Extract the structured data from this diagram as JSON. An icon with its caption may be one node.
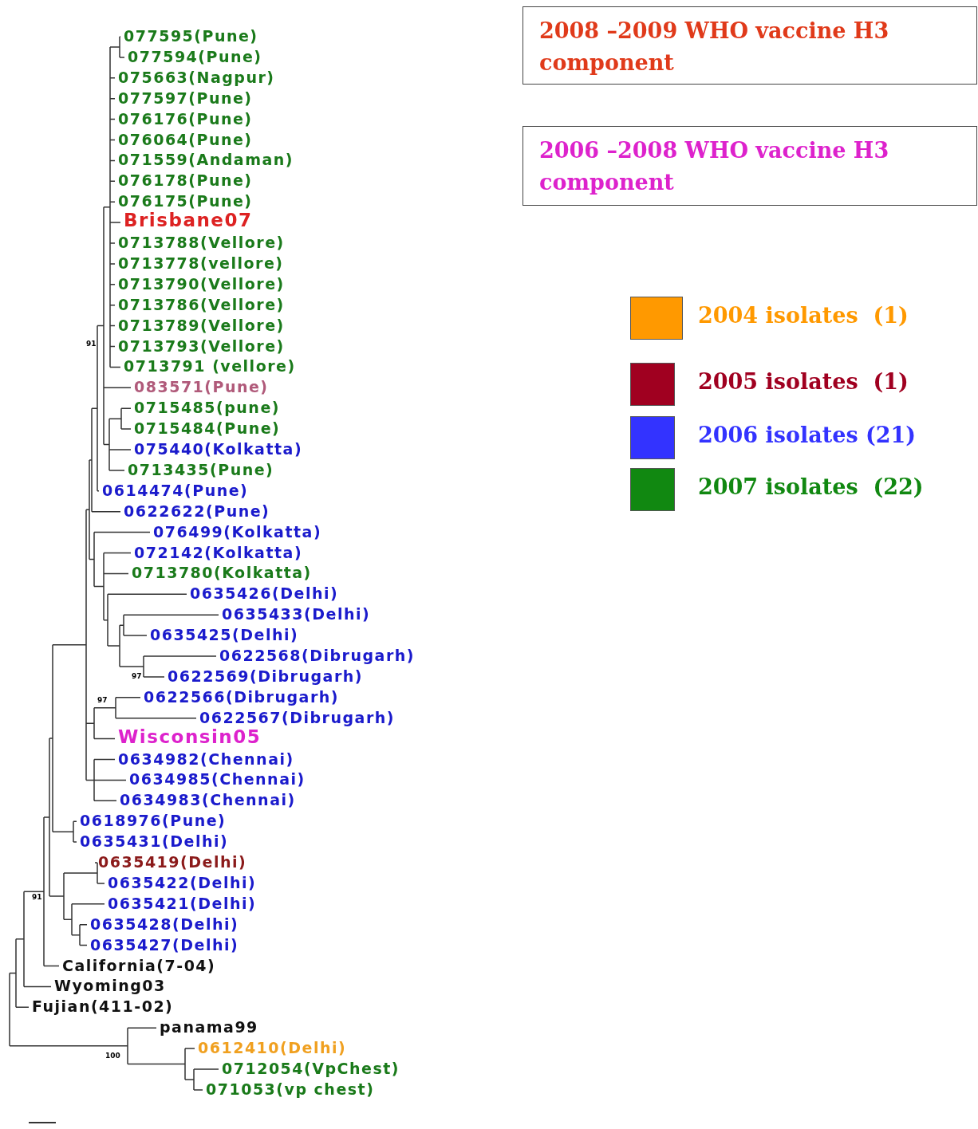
{
  "diagram": {
    "nodes": [
      {
        "text": [
          "2008 –2009 WHO vaccine H3 component"
        ]
      },
      {
        "text": [
          "2006 –2008 WHO vaccine H3 component"
        ]
      }
    ],
    "labels": [
      "077595(Pune)",
      "077594(Pune)",
      "075663(Nagpur)",
      "077597(Pune)",
      "076176(Pune)",
      "076064(Pune)",
      "071559(Andaman)",
      "076178(Pune)",
      "076175(Pune)",
      "Brisbane07",
      "0713788(Vellore)",
      "0713778(vellore)",
      "0713790(Vellore)",
      "0713786(Vellore)",
      "0713789(Vellore)",
      "0713793(Vellore)",
      "0713791 (vellore)",
      "083571(Pune)",
      "0715485(pune)",
      "0715484(Pune)",
      "075440(Kolkatta)",
      "0713435(Pune)",
      "0614474(Pune)",
      "0622622(Pune)",
      "076499(Kolkatta)",
      "072142(Kolkatta)",
      "0713780(Kolkatta)",
      "0635426(Delhi)",
      "0635433(Delhi)",
      "0635425(Delhi)",
      "0622568(Dibrugarh)",
      "0622569(Dibrugarh)",
      "0622566(Dibrugarh)",
      "0622567(Dibrugarh)",
      "Wisconsin05",
      "0634982(Chennai)",
      "0634985(Chennai)",
      "0634983(Chennai)",
      "0618976(Pune)",
      "0635431(Delhi)",
      "0635419(Delhi)",
      "0635422(Delhi)",
      "0635421(Delhi)",
      "0635428(Delhi)",
      "0635427(Delhi)",
      "California(7-04)",
      "Wyoming03",
      "Fujian(411-02)",
      "panama99",
      "0612410(Delhi)",
      "0712054(VpChest)",
      "071053(vp chest)",
      "91",
      "97",
      "97",
      "100",
      "91"
    ],
    "legend": [
      {
        "text": "2004 isolates  (1)",
        "color": "#ff9900"
      },
      {
        "text": "2005 isolates  (1)",
        "color": "#a00020"
      },
      {
        "text": "2006 isolates (21)",
        "color": "#3333ff"
      },
      {
        "text": "2007 isolates  (22)",
        "color": "#118811"
      }
    ]
  }
}
